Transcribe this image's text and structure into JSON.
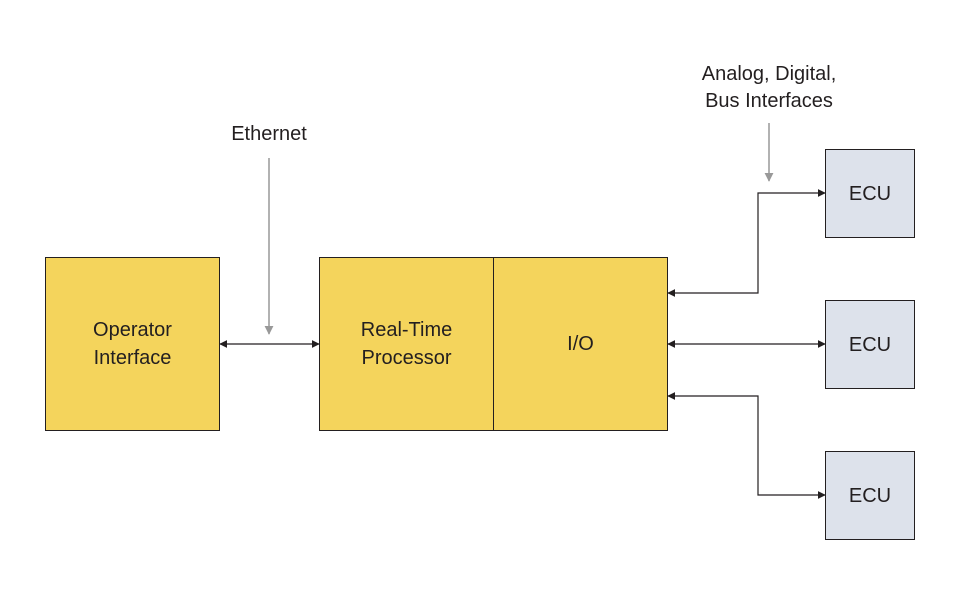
{
  "labels": {
    "ethernet": "Ethernet",
    "interfaces": "Analog, Digital,\nBus Interfaces"
  },
  "blocks": {
    "operator_interface": "Operator\nInterface",
    "realtime_processor": "Real-Time\nProcessor",
    "io": "I/O",
    "ecus": [
      "ECU",
      "ECU",
      "ECU"
    ]
  },
  "colors": {
    "block_fill": "#f4d45c",
    "ecu_fill": "#dde2eb",
    "line": "#231f20",
    "pointer": "#999999"
  }
}
